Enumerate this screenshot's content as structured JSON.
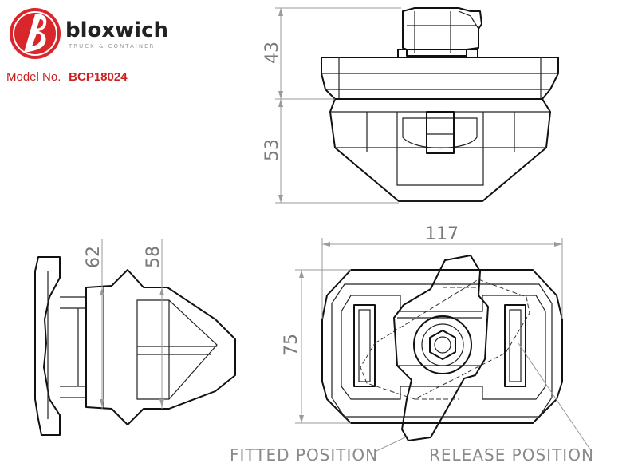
{
  "brand": {
    "name": "bloxwich",
    "tagline": "TRUCK & CONTAINER",
    "logo_color": "#d9262b"
  },
  "model": {
    "label": "Model No.",
    "number": "BCP18024",
    "color": "#cc1f1f"
  },
  "dimensions": {
    "top_upper": "43",
    "top_lower": "53",
    "side_left": "62",
    "side_right": "58",
    "plan_width": "117",
    "plan_height": "75"
  },
  "callouts": {
    "fitted": "FITTED POSITION",
    "release": "RELEASE POSITION"
  }
}
